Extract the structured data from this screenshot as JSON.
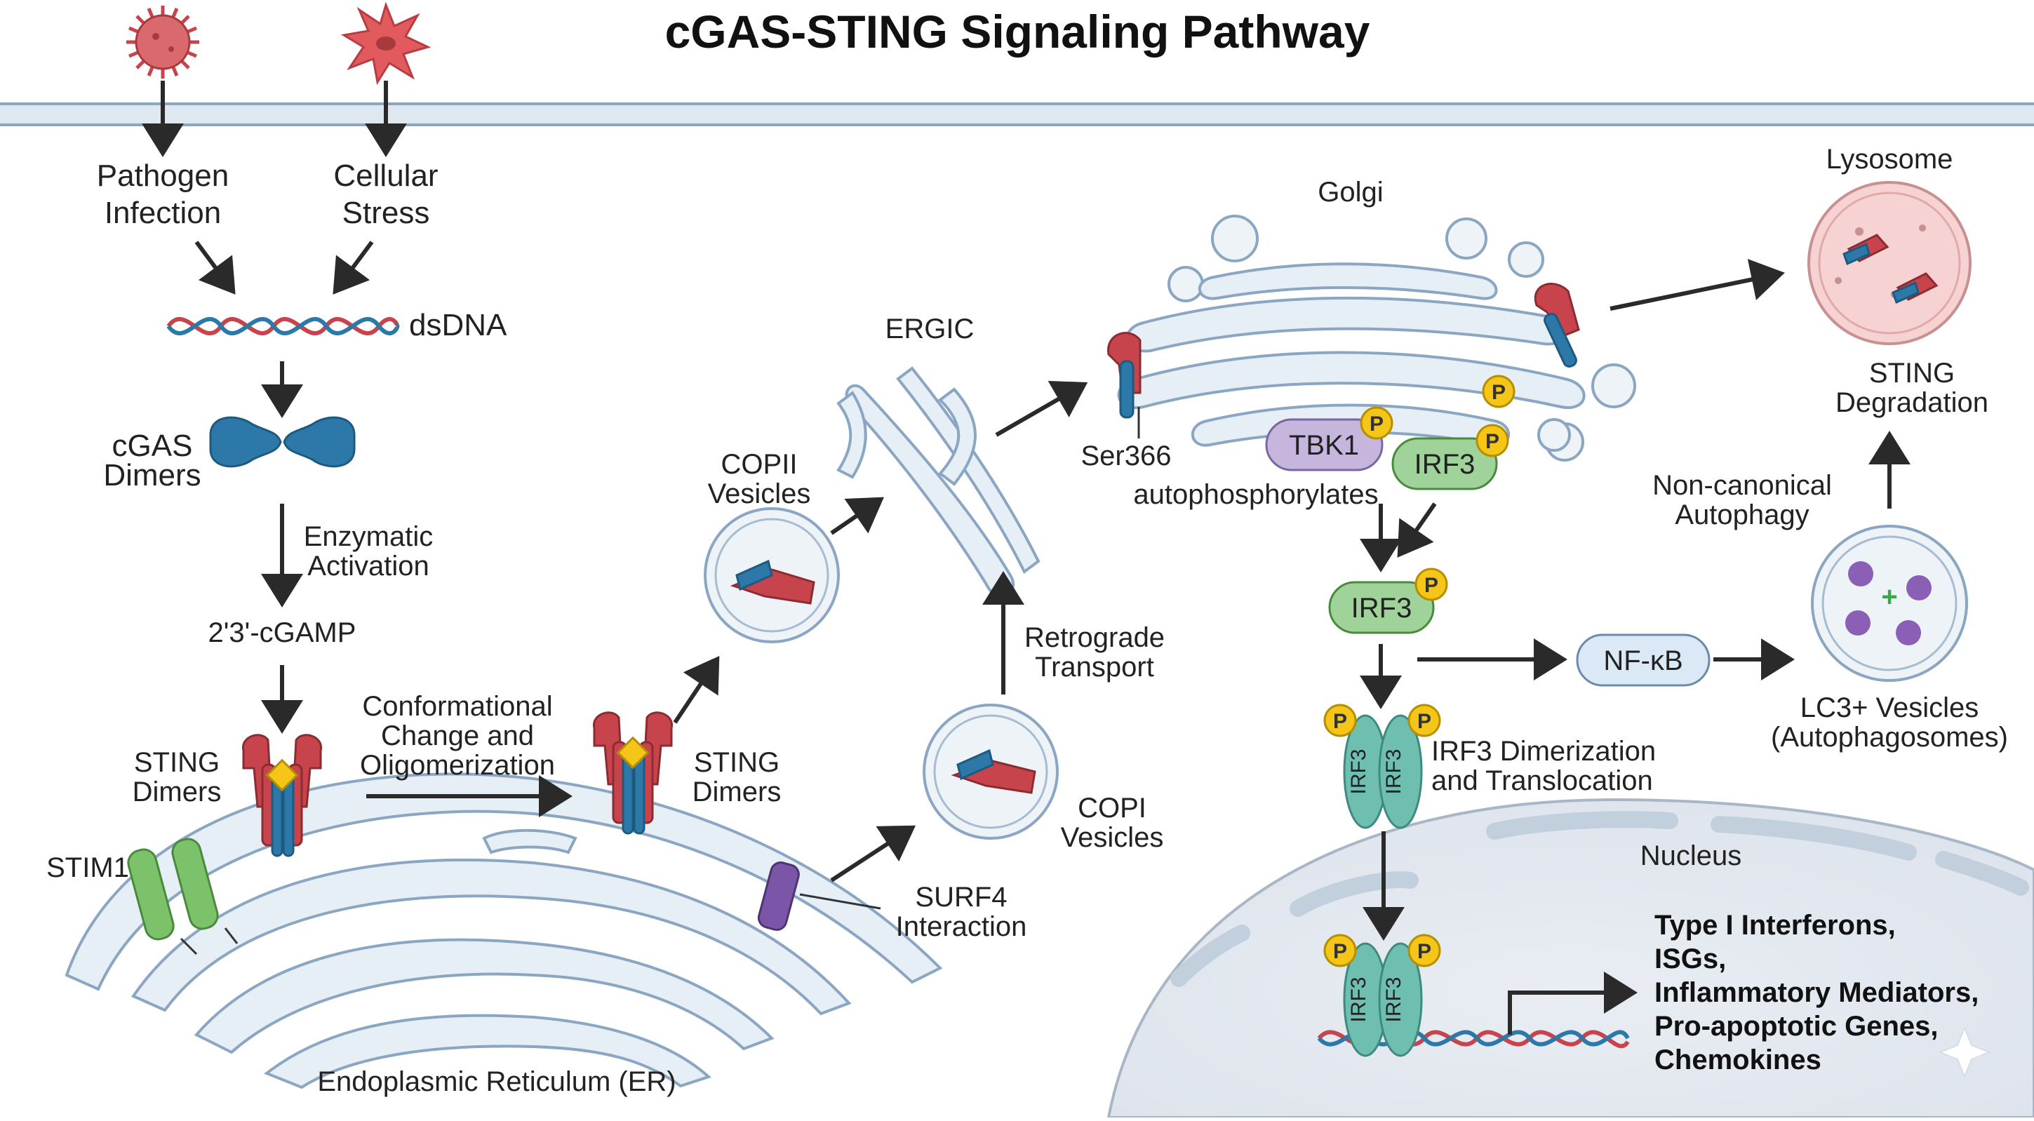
{
  "title": "cGAS-STING Signaling Pathway",
  "labels": {
    "pathogen": [
      "Pathogen",
      "Infection"
    ],
    "stress": [
      "Cellular",
      "Stress"
    ],
    "dsdna": "dsDNA",
    "cgas": [
      "cGAS",
      "Dimers"
    ],
    "enzymatic": [
      "Enzymatic",
      "Activation"
    ],
    "cgamp": "2'3'-cGAMP",
    "sting_dimers_left": [
      "STING",
      "Dimers"
    ],
    "stim1": "STIM1",
    "conformational": [
      "Conformational",
      "Change and",
      "Oligomerization"
    ],
    "sting_dimers_mid": [
      "STING",
      "Dimers"
    ],
    "copii": [
      "COPII",
      "Vesicles"
    ],
    "ergic": "ERGIC",
    "retrograde": [
      "Retrograde",
      "Transport"
    ],
    "copi": [
      "COPI",
      "Vesicles"
    ],
    "surf4": [
      "SURF4",
      "Interaction"
    ],
    "er": "Endoplasmic Reticulum (ER)",
    "golgi": "Golgi",
    "ser366": "Ser366",
    "autophos": "autophosphorylates",
    "tbk1": "TBK1",
    "irf3": "IRF3",
    "p": "P",
    "nfkb": "NF-κB",
    "irf3_dimer": [
      "IRF3 Dimerization",
      "and Translocation"
    ],
    "nucleus": "Nucleus",
    "lysosome": "Lysosome",
    "sting_deg": [
      "STING",
      "Degradation"
    ],
    "noncanonical": [
      "Non-canonical",
      "Autophagy"
    ],
    "lc3": [
      "LC3+ Vesicles",
      "(Autophagosomes)"
    ],
    "outputs": [
      "Type I Interferons,",
      "ISGs,",
      "Inflammatory Mediators,",
      "Pro-apoptotic Genes,",
      "Chemokines"
    ]
  },
  "colors": {
    "membrane": "#e6eef6",
    "sting_red": "#c8444c",
    "sting_blue": "#2c78a8",
    "cgas_blue": "#2c78a8",
    "irf3_green": "#9fd39a",
    "irf3_teal": "#6fbfb0",
    "tbk1_purple": "#c6b5dc",
    "nfkb_blue": "#dbe8f6",
    "phospho_yellow": "#f5c518",
    "stim1_green": "#7cc26a",
    "surf4_purple": "#7b55a8",
    "lysosome_pink": "#f6d2d2"
  },
  "icons": [
    "virus-icon",
    "stress-cell-icon",
    "dna-icon",
    "cgas-icon",
    "sting-protein-icon",
    "stim1-icon",
    "surf4-icon",
    "phospho-icon",
    "sparkle-icon"
  ]
}
